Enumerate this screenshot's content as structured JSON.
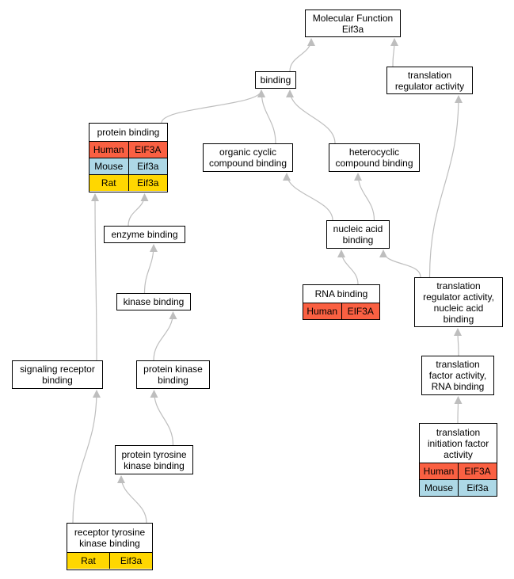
{
  "colors": {
    "Human": "#fa6042",
    "Mouse": "#add8e6",
    "Rat": "#ffd700",
    "edge": "#bebebe"
  },
  "nodes": {
    "molecular_function": {
      "label": "Molecular Function\nEif3a"
    },
    "binding": {
      "label": "binding"
    },
    "translation_regulator_activity": {
      "label": "translation\nregulator activity"
    },
    "protein_binding": {
      "label": "protein binding",
      "rows": [
        {
          "species": "Human",
          "gene": "EIF3A"
        },
        {
          "species": "Mouse",
          "gene": "Eif3a"
        },
        {
          "species": "Rat",
          "gene": "Eif3a"
        }
      ]
    },
    "organic_cyclic_compound_binding": {
      "label": "organic cyclic\ncompound binding"
    },
    "heterocyclic_compound_binding": {
      "label": "heterocyclic\ncompound binding"
    },
    "enzyme_binding": {
      "label": "enzyme binding"
    },
    "nucleic_acid_binding": {
      "label": "nucleic acid\nbinding"
    },
    "rna_binding": {
      "label": "RNA binding",
      "rows": [
        {
          "species": "Human",
          "gene": "EIF3A"
        }
      ]
    },
    "translation_regulator_activity_nucleic_acid_binding": {
      "label": "translation\nregulator activity,\nnucleic acid\nbinding"
    },
    "kinase_binding": {
      "label": "kinase binding"
    },
    "signaling_receptor_binding": {
      "label": "signaling receptor\nbinding"
    },
    "protein_kinase_binding": {
      "label": "protein kinase\nbinding"
    },
    "translation_factor_activity_rna_binding": {
      "label": "translation\nfactor activity,\nRNA binding"
    },
    "protein_tyrosine_kinase_binding": {
      "label": "protein tyrosine\nkinase binding"
    },
    "translation_initiation_factor_activity": {
      "label": "translation\ninitiation factor\nactivity",
      "rows": [
        {
          "species": "Human",
          "gene": "EIF3A"
        },
        {
          "species": "Mouse",
          "gene": "Eif3a"
        }
      ]
    },
    "receptor_tyrosine_kinase_binding": {
      "label": "receptor tyrosine\nkinase binding",
      "rows": [
        {
          "species": "Rat",
          "gene": "Eif3a"
        }
      ]
    }
  },
  "edges": [
    {
      "from": "binding",
      "to": "molecular_function"
    },
    {
      "from": "translation_regulator_activity",
      "to": "molecular_function"
    },
    {
      "from": "protein_binding",
      "to": "binding"
    },
    {
      "from": "organic_cyclic_compound_binding",
      "to": "binding"
    },
    {
      "from": "heterocyclic_compound_binding",
      "to": "binding"
    },
    {
      "from": "enzyme_binding",
      "to": "protein_binding"
    },
    {
      "from": "signaling_receptor_binding",
      "to": "protein_binding"
    },
    {
      "from": "nucleic_acid_binding",
      "to": "organic_cyclic_compound_binding"
    },
    {
      "from": "nucleic_acid_binding",
      "to": "heterocyclic_compound_binding"
    },
    {
      "from": "rna_binding",
      "to": "nucleic_acid_binding"
    },
    {
      "from": "translation_regulator_activity_nucleic_acid_binding",
      "to": "nucleic_acid_binding"
    },
    {
      "from": "translation_regulator_activity_nucleic_acid_binding",
      "to": "translation_regulator_activity"
    },
    {
      "from": "kinase_binding",
      "to": "enzyme_binding"
    },
    {
      "from": "protein_kinase_binding",
      "to": "kinase_binding"
    },
    {
      "from": "translation_factor_activity_rna_binding",
      "to": "translation_regulator_activity_nucleic_acid_binding"
    },
    {
      "from": "protein_tyrosine_kinase_binding",
      "to": "protein_kinase_binding"
    },
    {
      "from": "translation_initiation_factor_activity",
      "to": "translation_factor_activity_rna_binding"
    },
    {
      "from": "receptor_tyrosine_kinase_binding",
      "to": "protein_tyrosine_kinase_binding"
    },
    {
      "from": "receptor_tyrosine_kinase_binding",
      "to": "signaling_receptor_binding"
    }
  ]
}
